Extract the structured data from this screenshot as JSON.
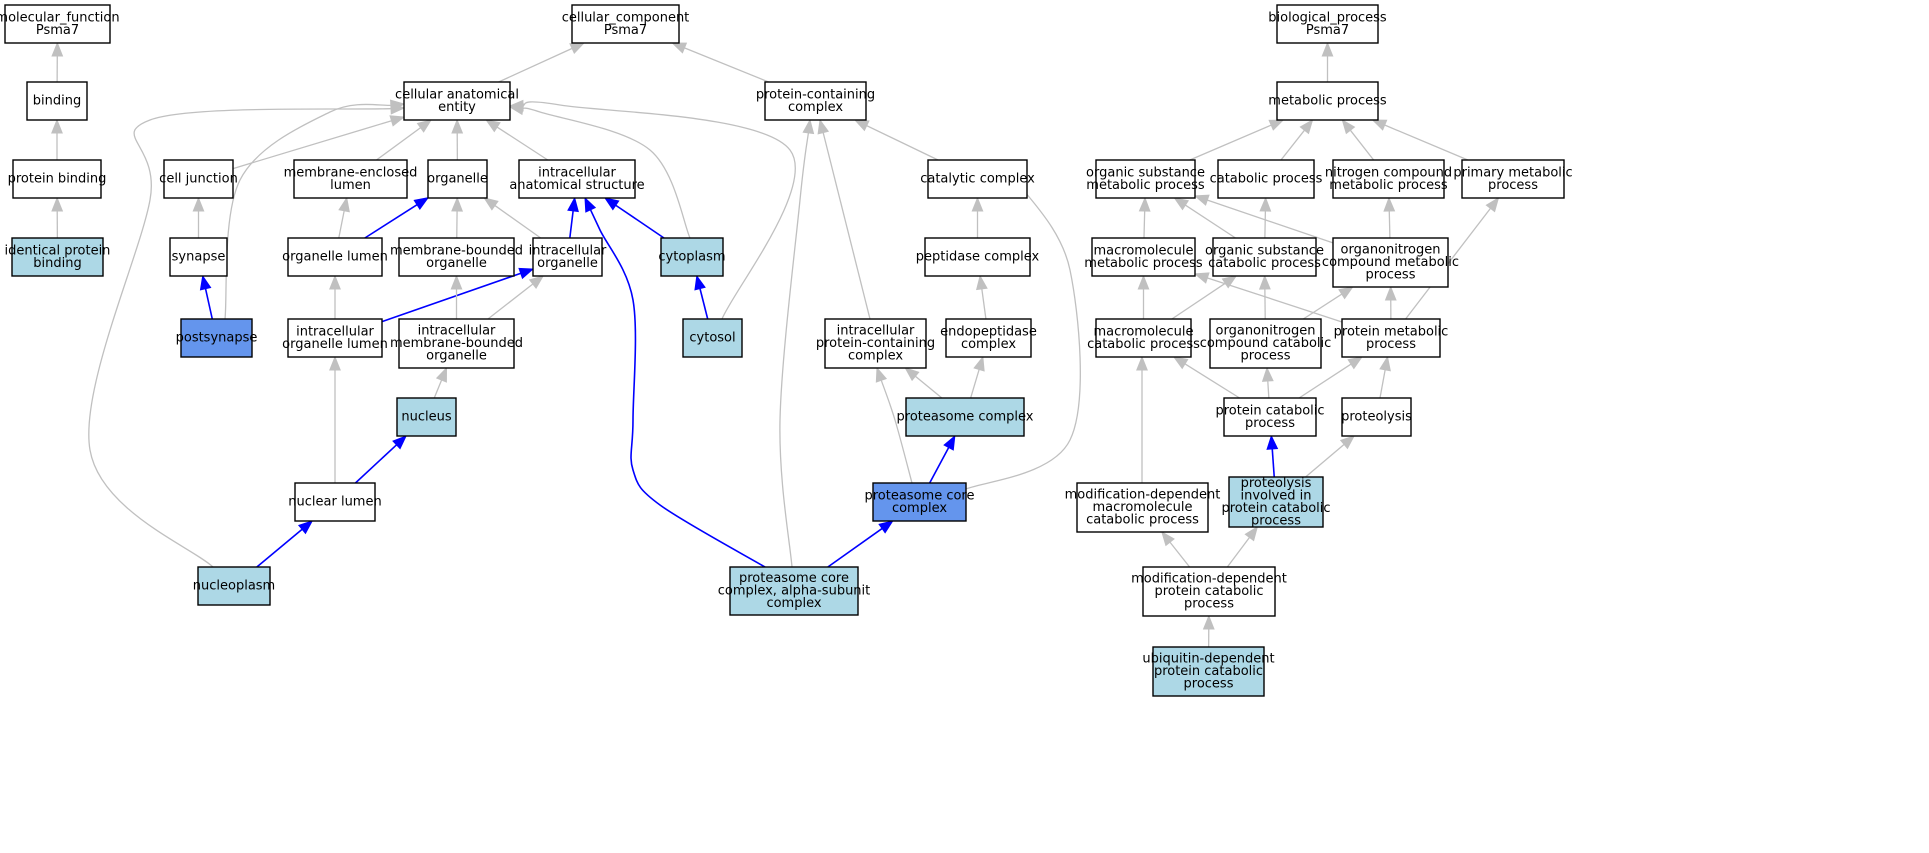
{
  "colors": {
    "plain": "#ffffff",
    "annotated": "#add8e6",
    "direct": "#6495ed",
    "edge_isa": "#c0c0c0",
    "edge_annot": "#0000ff"
  },
  "nodes": [
    {
      "id": "mf",
      "lines": [
        "molecular_function",
        "Psma7"
      ],
      "fill": "plain"
    },
    {
      "id": "binding",
      "lines": [
        "binding"
      ],
      "fill": "plain"
    },
    {
      "id": "protbind",
      "lines": [
        "protein binding"
      ],
      "fill": "plain"
    },
    {
      "id": "identbind",
      "lines": [
        "identical protein",
        "binding"
      ],
      "fill": "annotated"
    },
    {
      "id": "cc",
      "lines": [
        "cellular_component",
        "Psma7"
      ],
      "fill": "plain"
    },
    {
      "id": "cae",
      "lines": [
        "cellular anatomical",
        "entity"
      ],
      "fill": "plain"
    },
    {
      "id": "pcc",
      "lines": [
        "protein-containing",
        "complex"
      ],
      "fill": "plain"
    },
    {
      "id": "celljunc",
      "lines": [
        "cell junction"
      ],
      "fill": "plain"
    },
    {
      "id": "melumen",
      "lines": [
        "membrane-enclosed",
        "lumen"
      ],
      "fill": "plain"
    },
    {
      "id": "organelle",
      "lines": [
        "organelle"
      ],
      "fill": "plain"
    },
    {
      "id": "ias",
      "lines": [
        "intracellular",
        "anatomical structure"
      ],
      "fill": "plain"
    },
    {
      "id": "catcomplex",
      "lines": [
        "catalytic complex"
      ],
      "fill": "plain"
    },
    {
      "id": "synapse",
      "lines": [
        "synapse"
      ],
      "fill": "plain"
    },
    {
      "id": "orglumen",
      "lines": [
        "organelle lumen"
      ],
      "fill": "plain"
    },
    {
      "id": "mbo",
      "lines": [
        "membrane-bounded",
        "organelle"
      ],
      "fill": "plain"
    },
    {
      "id": "intorg",
      "lines": [
        "intracellular",
        "organelle"
      ],
      "fill": "plain"
    },
    {
      "id": "cytoplasm",
      "lines": [
        "cytoplasm"
      ],
      "fill": "annotated"
    },
    {
      "id": "pepcomplex",
      "lines": [
        "peptidase complex"
      ],
      "fill": "plain"
    },
    {
      "id": "postsynapse",
      "lines": [
        "postsynapse"
      ],
      "fill": "direct"
    },
    {
      "id": "iol",
      "lines": [
        "intracellular",
        "organelle lumen"
      ],
      "fill": "plain"
    },
    {
      "id": "imbo",
      "lines": [
        "intracellular",
        "membrane-bounded",
        "organelle"
      ],
      "fill": "plain"
    },
    {
      "id": "cytosol",
      "lines": [
        "cytosol"
      ],
      "fill": "annotated"
    },
    {
      "id": "ipcc",
      "lines": [
        "intracellular",
        "protein-containing",
        "complex"
      ],
      "fill": "plain"
    },
    {
      "id": "endopep",
      "lines": [
        "endopeptidase",
        "complex"
      ],
      "fill": "plain"
    },
    {
      "id": "nucleus",
      "lines": [
        "nucleus"
      ],
      "fill": "annotated"
    },
    {
      "id": "proteasome",
      "lines": [
        "proteasome complex"
      ],
      "fill": "annotated"
    },
    {
      "id": "nuclumen",
      "lines": [
        "nuclear lumen"
      ],
      "fill": "plain"
    },
    {
      "id": "pcore",
      "lines": [
        "proteasome core",
        "complex"
      ],
      "fill": "direct"
    },
    {
      "id": "nucleoplasm",
      "lines": [
        "nucleoplasm"
      ],
      "fill": "annotated"
    },
    {
      "id": "palpha",
      "lines": [
        "proteasome core",
        "complex, alpha-subunit",
        "complex"
      ],
      "fill": "annotated"
    },
    {
      "id": "bp",
      "lines": [
        "biological_process",
        "Psma7"
      ],
      "fill": "plain"
    },
    {
      "id": "metab",
      "lines": [
        "metabolic process"
      ],
      "fill": "plain"
    },
    {
      "id": "osmp",
      "lines": [
        "organic substance",
        "metabolic process"
      ],
      "fill": "plain"
    },
    {
      "id": "catab",
      "lines": [
        "catabolic process"
      ],
      "fill": "plain"
    },
    {
      "id": "ncmp",
      "lines": [
        "nitrogen compound",
        "metabolic process"
      ],
      "fill": "plain"
    },
    {
      "id": "pmp",
      "lines": [
        "primary metabolic",
        "process"
      ],
      "fill": "plain"
    },
    {
      "id": "mmp",
      "lines": [
        "macromolecule",
        "metabolic process"
      ],
      "fill": "plain"
    },
    {
      "id": "oscp",
      "lines": [
        "organic substance",
        "catabolic process"
      ],
      "fill": "plain"
    },
    {
      "id": "oncmp",
      "lines": [
        "organonitrogen",
        "compound metabolic",
        "process"
      ],
      "fill": "plain"
    },
    {
      "id": "mcp",
      "lines": [
        "macromolecule",
        "catabolic process"
      ],
      "fill": "plain"
    },
    {
      "id": "onccp",
      "lines": [
        "organonitrogen",
        "compound catabolic",
        "process"
      ],
      "fill": "plain"
    },
    {
      "id": "protmp",
      "lines": [
        "protein metabolic",
        "process"
      ],
      "fill": "plain"
    },
    {
      "id": "protcp",
      "lines": [
        "protein catabolic",
        "process"
      ],
      "fill": "plain"
    },
    {
      "id": "proteolysis",
      "lines": [
        "proteolysis"
      ],
      "fill": "plain"
    },
    {
      "id": "mdmcp",
      "lines": [
        "modification-dependent",
        "macromolecule",
        "catabolic process"
      ],
      "fill": "plain"
    },
    {
      "id": "pipcp",
      "lines": [
        "proteolysis",
        "involved in",
        "protein catabolic",
        "process"
      ],
      "fill": "annotated"
    },
    {
      "id": "mdpcp",
      "lines": [
        "modification-dependent",
        "protein catabolic",
        "process"
      ],
      "fill": "plain"
    },
    {
      "id": "udpcp",
      "lines": [
        "ubiquitin-dependent",
        "protein catabolic",
        "process"
      ],
      "fill": "annotated"
    }
  ],
  "edges": [
    {
      "from": "binding",
      "to": "mf",
      "type": "isa"
    },
    {
      "from": "protbind",
      "to": "binding",
      "type": "isa"
    },
    {
      "from": "identbind",
      "to": "protbind",
      "type": "isa"
    },
    {
      "from": "cae",
      "to": "cc",
      "type": "isa"
    },
    {
      "from": "pcc",
      "to": "cc",
      "type": "isa"
    },
    {
      "from": "celljunc",
      "to": "cae",
      "type": "isa"
    },
    {
      "from": "melumen",
      "to": "cae",
      "type": "isa"
    },
    {
      "from": "organelle",
      "to": "cae",
      "type": "isa"
    },
    {
      "from": "ias",
      "to": "cae",
      "type": "isa"
    },
    {
      "from": "cytoplasm",
      "to": "cae",
      "type": "isa"
    },
    {
      "from": "cytosol",
      "to": "cae",
      "type": "isa"
    },
    {
      "from": "postsynapse",
      "to": "cae",
      "type": "isa"
    },
    {
      "from": "nucleoplasm",
      "to": "cae",
      "type": "isa"
    },
    {
      "from": "synapse",
      "to": "celljunc",
      "type": "isa"
    },
    {
      "from": "postsynapse",
      "to": "synapse",
      "type": "annot"
    },
    {
      "from": "orglumen",
      "to": "melumen",
      "type": "isa"
    },
    {
      "from": "orglumen",
      "to": "organelle",
      "type": "annot"
    },
    {
      "from": "mbo",
      "to": "organelle",
      "type": "isa"
    },
    {
      "from": "intorg",
      "to": "organelle",
      "type": "isa"
    },
    {
      "from": "intorg",
      "to": "ias",
      "type": "annot"
    },
    {
      "from": "cytoplasm",
      "to": "ias",
      "type": "annot"
    },
    {
      "from": "palpha",
      "to": "ias",
      "type": "annot"
    },
    {
      "from": "iol",
      "to": "orglumen",
      "type": "isa"
    },
    {
      "from": "iol",
      "to": "intorg",
      "type": "annot"
    },
    {
      "from": "imbo",
      "to": "mbo",
      "type": "isa"
    },
    {
      "from": "imbo",
      "to": "intorg",
      "type": "isa"
    },
    {
      "from": "cytosol",
      "to": "cytoplasm",
      "type": "annot"
    },
    {
      "from": "nucleus",
      "to": "imbo",
      "type": "isa"
    },
    {
      "from": "nuclumen",
      "to": "iol",
      "type": "isa"
    },
    {
      "from": "nuclumen",
      "to": "nucleus",
      "type": "annot"
    },
    {
      "from": "nucleoplasm",
      "to": "nuclumen",
      "type": "annot"
    },
    {
      "from": "catcomplex",
      "to": "pcc",
      "type": "isa"
    },
    {
      "from": "ipcc",
      "to": "pcc",
      "type": "isa"
    },
    {
      "from": "palpha",
      "to": "pcc",
      "type": "isa"
    },
    {
      "from": "pepcomplex",
      "to": "catcomplex",
      "type": "isa"
    },
    {
      "from": "pcore",
      "to": "catcomplex",
      "type": "isa"
    },
    {
      "from": "endopep",
      "to": "pepcomplex",
      "type": "isa"
    },
    {
      "from": "proteasome",
      "to": "ipcc",
      "type": "isa"
    },
    {
      "from": "proteasome",
      "to": "endopep",
      "type": "isa"
    },
    {
      "from": "pcore",
      "to": "ipcc",
      "type": "isa"
    },
    {
      "from": "pcore",
      "to": "proteasome",
      "type": "annot"
    },
    {
      "from": "palpha",
      "to": "pcore",
      "type": "annot"
    },
    {
      "from": "metab",
      "to": "bp",
      "type": "isa"
    },
    {
      "from": "osmp",
      "to": "metab",
      "type": "isa"
    },
    {
      "from": "catab",
      "to": "metab",
      "type": "isa"
    },
    {
      "from": "ncmp",
      "to": "metab",
      "type": "isa"
    },
    {
      "from": "pmp",
      "to": "metab",
      "type": "isa"
    },
    {
      "from": "mmp",
      "to": "osmp",
      "type": "isa"
    },
    {
      "from": "oscp",
      "to": "osmp",
      "type": "isa"
    },
    {
      "from": "oscp",
      "to": "catab",
      "type": "isa"
    },
    {
      "from": "oncmp",
      "to": "osmp",
      "type": "isa"
    },
    {
      "from": "oncmp",
      "to": "ncmp",
      "type": "isa"
    },
    {
      "from": "mcp",
      "to": "mmp",
      "type": "isa"
    },
    {
      "from": "mcp",
      "to": "oscp",
      "type": "isa"
    },
    {
      "from": "onccp",
      "to": "oscp",
      "type": "isa"
    },
    {
      "from": "onccp",
      "to": "oncmp",
      "type": "isa"
    },
    {
      "from": "protmp",
      "to": "mmp",
      "type": "isa"
    },
    {
      "from": "protmp",
      "to": "oncmp",
      "type": "isa"
    },
    {
      "from": "protmp",
      "to": "pmp",
      "type": "isa"
    },
    {
      "from": "protcp",
      "to": "mcp",
      "type": "isa"
    },
    {
      "from": "protcp",
      "to": "onccp",
      "type": "isa"
    },
    {
      "from": "protcp",
      "to": "protmp",
      "type": "isa"
    },
    {
      "from": "proteolysis",
      "to": "protmp",
      "type": "isa"
    },
    {
      "from": "mdmcp",
      "to": "mcp",
      "type": "isa"
    },
    {
      "from": "pipcp",
      "to": "protcp",
      "type": "annot"
    },
    {
      "from": "pipcp",
      "to": "proteolysis",
      "type": "isa"
    },
    {
      "from": "mdpcp",
      "to": "mdmcp",
      "type": "isa"
    },
    {
      "from": "mdpcp",
      "to": "pipcp",
      "type": "isa"
    },
    {
      "from": "udpcp",
      "to": "mdpcp",
      "type": "isa"
    }
  ]
}
